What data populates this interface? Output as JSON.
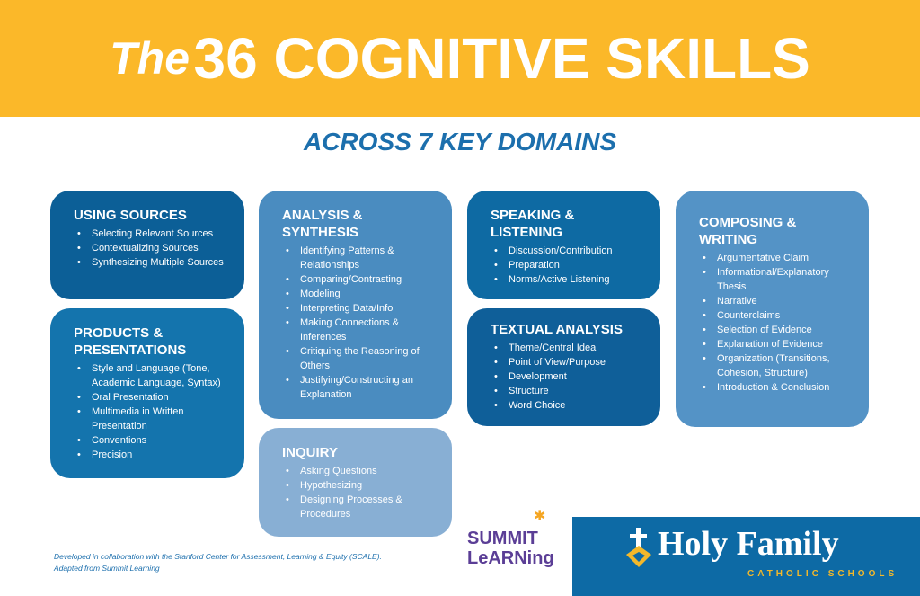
{
  "header": {
    "the": "The",
    "title": "36 COGNITIVE SKILLS"
  },
  "subtitle": "ACROSS 7 KEY DOMAINS",
  "domains": {
    "using_sources": {
      "title": "USING SOURCES",
      "items": [
        "Selecting Relevant Sources",
        "Contextualizing Sources",
        "Synthesizing Multiple Sources"
      ]
    },
    "products": {
      "title": "PRODUCTS & PRESENTATIONS",
      "items": [
        "Style and Language (Tone, Academic Language, Syntax)",
        "Oral Presentation",
        "Multimedia in Written Presentation",
        "Conventions",
        "Precision"
      ]
    },
    "analysis": {
      "title": "ANALYSIS & SYNTHESIS",
      "items": [
        "Identifying Patterns & Relationships",
        "Comparing/Contrasting",
        "Modeling",
        "Interpreting Data/Info",
        "Making Connections & Inferences",
        "Critiquing the Reasoning of Others",
        "Justifying/Constructing an Explanation"
      ]
    },
    "inquiry": {
      "title": "INQUIRY",
      "items": [
        "Asking Questions",
        "Hypothesizing",
        "Designing Processes & Procedures"
      ]
    },
    "speaking": {
      "title": "SPEAKING & LISTENING",
      "items": [
        "Discussion/Contribution",
        "Preparation",
        "Norms/Active Listening"
      ]
    },
    "textual": {
      "title": "TEXTUAL ANALYSIS",
      "items": [
        "Theme/Central Idea",
        "Point of View/Purpose",
        "Development",
        "Structure",
        "Word Choice"
      ]
    },
    "composing": {
      "title": "COMPOSING & WRITING",
      "items": [
        "Argumentative Claim",
        "Informational/Explanatory Thesis",
        "Narrative",
        "Counterclaims",
        "Selection of Evidence",
        "Explanation of Evidence",
        "Organization (Transitions, Cohesion, Structure)",
        "Introduction & Conclusion"
      ]
    }
  },
  "footer": {
    "line1": "Developed in collaboration with the Stanford Center for Assessment, Learning & Equity (SCALE).",
    "line2": "Adapted from Summit Learning"
  },
  "summit": {
    "line1": "SUMMIT",
    "line2": "LeARNing"
  },
  "holy_family": {
    "name": "Holy Family",
    "sub": "CATHOLIC SCHOOLS"
  }
}
